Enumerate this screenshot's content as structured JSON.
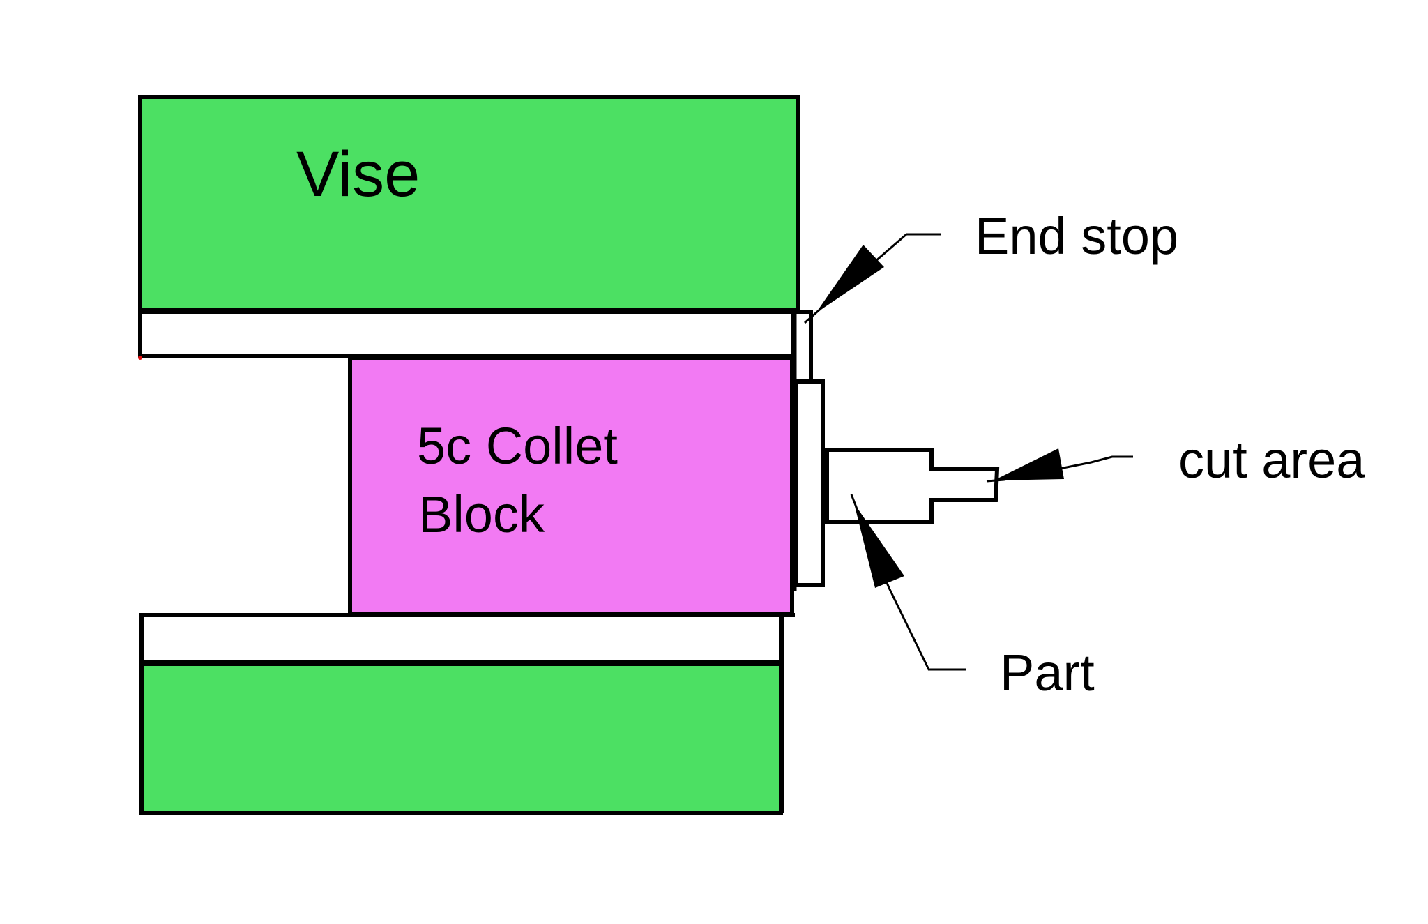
{
  "diagram": {
    "title": "Vise and 5c collet block setup",
    "colors": {
      "vise": "#4CE063",
      "collet_block": "#F27AF3",
      "jaw": "#FFFFFF",
      "outline": "#000000",
      "background": "#FFFFFF"
    },
    "components": {
      "vise_upper": {
        "label": "Vise"
      },
      "vise_lower": {
        "label": ""
      },
      "collet_block": {
        "label_line1": "5c Collet",
        "label_line2": "Block"
      },
      "end_stop": {
        "label": ""
      },
      "part": {
        "label": ""
      }
    },
    "callouts": [
      {
        "id": "end-stop",
        "label": "End stop"
      },
      {
        "id": "cut-area",
        "label": "cut area"
      },
      {
        "id": "part",
        "label": "Part"
      }
    ]
  }
}
